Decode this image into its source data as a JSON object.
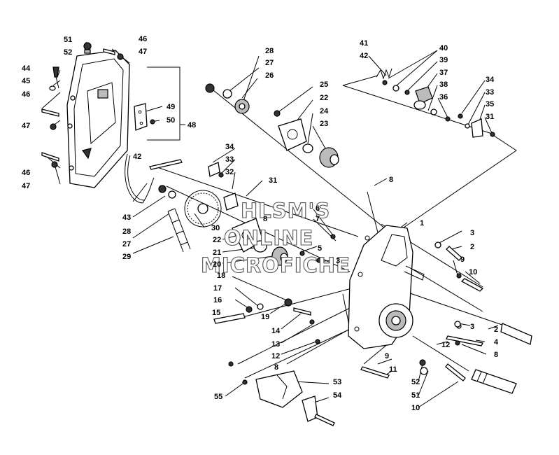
{
  "watermark": {
    "line1": "HLSM'S",
    "line2": "ONLINE",
    "line3": "MICROFICHE"
  },
  "callouts": [
    {
      "id": "c-51-top",
      "label": "51"
    },
    {
      "id": "c-52-top",
      "label": "52"
    },
    {
      "id": "c-46-top",
      "label": "46"
    },
    {
      "id": "c-47-top",
      "label": "47"
    },
    {
      "id": "c-44",
      "label": "44"
    },
    {
      "id": "c-45",
      "label": "45"
    },
    {
      "id": "c-46-left",
      "label": "46"
    },
    {
      "id": "c-47-left",
      "label": "47"
    },
    {
      "id": "c-49",
      "label": "49"
    },
    {
      "id": "c-50",
      "label": "50"
    },
    {
      "id": "c-48",
      "label": "48"
    },
    {
      "id": "c-46-low",
      "label": "46"
    },
    {
      "id": "c-47-low",
      "label": "47"
    },
    {
      "id": "c-28-top",
      "label": "28"
    },
    {
      "id": "c-27-top",
      "label": "27"
    },
    {
      "id": "c-26",
      "label": "26"
    },
    {
      "id": "c-25",
      "label": "25"
    },
    {
      "id": "c-22-top",
      "label": "22"
    },
    {
      "id": "c-24",
      "label": "24"
    },
    {
      "id": "c-23",
      "label": "23"
    },
    {
      "id": "c-41",
      "label": "41"
    },
    {
      "id": "c-42-top",
      "label": "42"
    },
    {
      "id": "c-40",
      "label": "40"
    },
    {
      "id": "c-39",
      "label": "39"
    },
    {
      "id": "c-37",
      "label": "37"
    },
    {
      "id": "c-38",
      "label": "38"
    },
    {
      "id": "c-36",
      "label": "36"
    },
    {
      "id": "c-34-right",
      "label": "34"
    },
    {
      "id": "c-33-right",
      "label": "33"
    },
    {
      "id": "c-35",
      "label": "35"
    },
    {
      "id": "c-31-right",
      "label": "31"
    },
    {
      "id": "c-8-top",
      "label": "8"
    },
    {
      "id": "c-42-mid",
      "label": "42"
    },
    {
      "id": "c-34-mid",
      "label": "34"
    },
    {
      "id": "c-33-mid",
      "label": "33"
    },
    {
      "id": "c-32",
      "label": "32"
    },
    {
      "id": "c-31-mid",
      "label": "31"
    },
    {
      "id": "c-43",
      "label": "43"
    },
    {
      "id": "c-28-mid",
      "label": "28"
    },
    {
      "id": "c-27-mid",
      "label": "27"
    },
    {
      "id": "c-29",
      "label": "29"
    },
    {
      "id": "c-30",
      "label": "30"
    },
    {
      "id": "c-6",
      "label": "6"
    },
    {
      "id": "c-7",
      "label": "7"
    },
    {
      "id": "c-8-mid",
      "label": "8"
    },
    {
      "id": "c-22-mid",
      "label": "22"
    },
    {
      "id": "c-21",
      "label": "21"
    },
    {
      "id": "c-20",
      "label": "20"
    },
    {
      "id": "c-5",
      "label": "5"
    },
    {
      "id": "c-3-mid",
      "label": "3"
    },
    {
      "id": "c-1",
      "label": "1"
    },
    {
      "id": "c-3-right",
      "label": "3"
    },
    {
      "id": "c-2-right",
      "label": "2"
    },
    {
      "id": "c-9-right",
      "label": "9"
    },
    {
      "id": "c-10-right",
      "label": "10"
    },
    {
      "id": "c-18",
      "label": "18"
    },
    {
      "id": "c-17",
      "label": "17"
    },
    {
      "id": "c-16",
      "label": "16"
    },
    {
      "id": "c-15",
      "label": "15"
    },
    {
      "id": "c-19",
      "label": "19"
    },
    {
      "id": "c-14",
      "label": "14"
    },
    {
      "id": "c-13",
      "label": "13"
    },
    {
      "id": "c-12-left",
      "label": "12"
    },
    {
      "id": "c-8-low",
      "label": "8"
    },
    {
      "id": "c-3-low",
      "label": "3"
    },
    {
      "id": "c-2-low",
      "label": "2"
    },
    {
      "id": "c-12-right",
      "label": "12"
    },
    {
      "id": "c-4",
      "label": "4"
    },
    {
      "id": "c-8-right",
      "label": "8"
    },
    {
      "id": "c-9-low",
      "label": "9"
    },
    {
      "id": "c-11",
      "label": "11"
    },
    {
      "id": "c-52-low",
      "label": "52"
    },
    {
      "id": "c-51-low",
      "label": "51"
    },
    {
      "id": "c-10-low",
      "label": "10"
    },
    {
      "id": "c-55",
      "label": "55"
    },
    {
      "id": "c-53",
      "label": "53"
    },
    {
      "id": "c-54",
      "label": "54"
    }
  ]
}
